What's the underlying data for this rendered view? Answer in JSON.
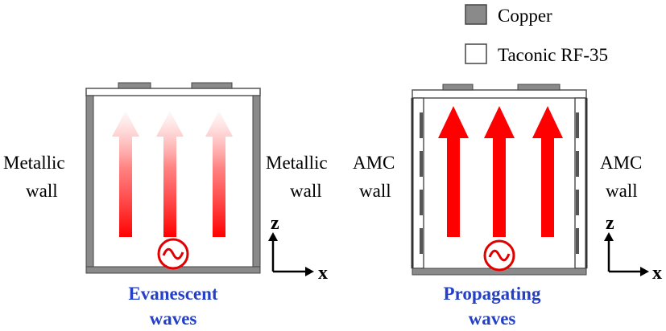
{
  "legend": {
    "copper": {
      "label": "Copper",
      "color": "#8a8a8a"
    },
    "substrate": {
      "label": "Taconic RF-35",
      "color": "#ffffff"
    }
  },
  "left_panel": {
    "left_wall_label": [
      "Metallic",
      "wall"
    ],
    "right_wall_label": [
      "Metallic",
      "wall"
    ],
    "caption": [
      "Evanescent",
      "waves"
    ],
    "wave_type": "evanescent"
  },
  "right_panel": {
    "left_wall_label": [
      "AMC",
      "wall"
    ],
    "right_wall_label": [
      "AMC",
      "wall"
    ],
    "caption": [
      "Propagating",
      "waves"
    ],
    "wave_type": "propagating"
  },
  "axes": {
    "z_label": "z",
    "x_label": "x"
  },
  "colors": {
    "wave_arrow": "#ff0000",
    "source_circle": "#e00000",
    "caption": "#2440c8",
    "metal": "#8a8a8a"
  }
}
